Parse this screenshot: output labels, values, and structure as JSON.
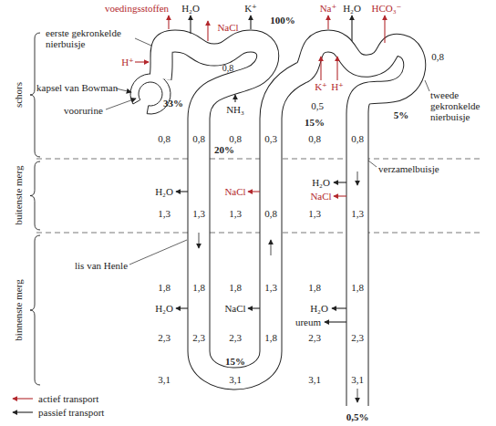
{
  "diagram": {
    "labels": [
      "voedingsstoffen",
      "H₂O",
      "K⁺",
      "NaCl",
      "100%",
      "Na⁺",
      "H₂O",
      "HCO₃⁻",
      "eerste gekronkelde nierbuisje",
      "H⁺",
      "0,8",
      "NH₃",
      "K⁺",
      "H⁺",
      "0,8",
      "tweede gekronkelde nierbuisje",
      "schors",
      "kapsel van Bowman",
      "33%",
      "0,5",
      "15%",
      "5%",
      "voorurine",
      "0,8",
      "0,8",
      "0,8",
      "0,3",
      "0,8",
      "0,8",
      "20%",
      "verzamelbuisje",
      "buitenste merg",
      "H₂O",
      "NaCl",
      "H₂O",
      "NaCl",
      "1,3",
      "1,3",
      "1,3",
      "0,8",
      "1,3",
      "1,3",
      "lis van Henle",
      "binnenste merg",
      "1,8",
      "1,8",
      "1,8",
      "1,3",
      "1,8",
      "1,8",
      "H₂O",
      "NaCl",
      "H₂O",
      "ureum",
      "2,3",
      "2,3",
      "2,3",
      "1,8",
      "2,3",
      "2,3",
      "15%",
      "3,1",
      "3,1",
      "3,1",
      "3,1",
      "0,5%"
    ],
    "legend": [
      {
        "text": "actief transport"
      },
      {
        "text": "passief transport"
      }
    ]
  }
}
